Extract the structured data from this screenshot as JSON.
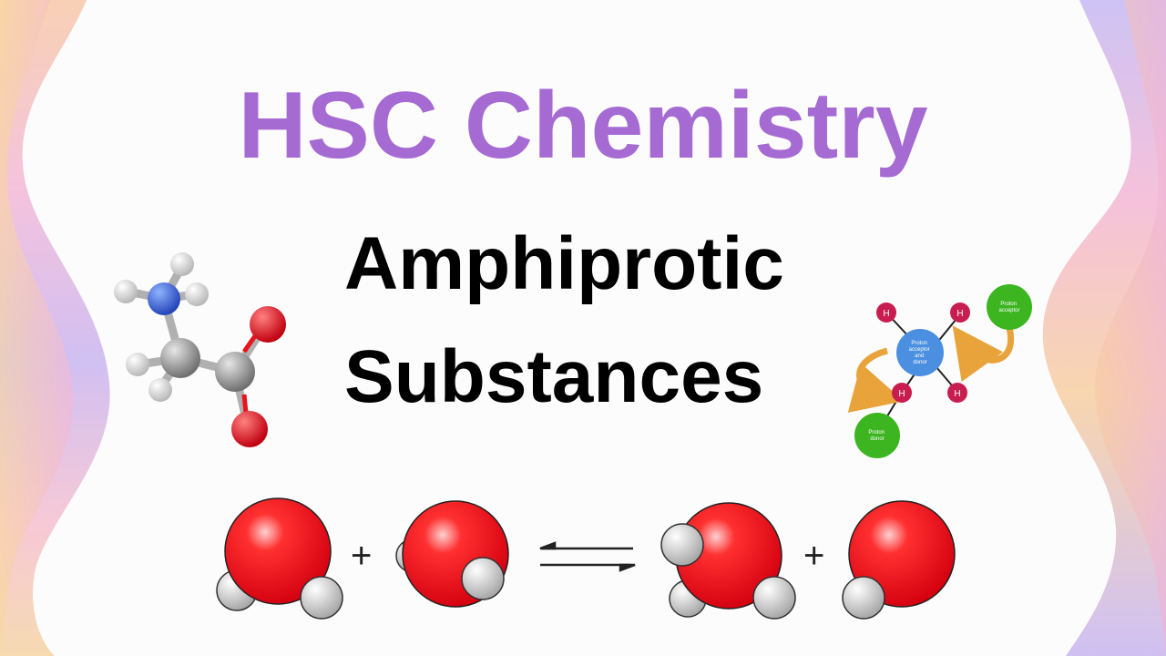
{
  "title": "HSC Chemistry",
  "subtitle_line1": "Amphiprotic",
  "subtitle_line2": "Substances",
  "diagram": {
    "hydrogen_label": "H",
    "center_label": "Proton acceptor and donor",
    "acceptor_label": "Proton acceptor",
    "donor_label": "Proton donor"
  },
  "equation": {
    "plus": "+"
  },
  "colors": {
    "title": "#a66bd3",
    "oxygen": "#e8141c",
    "hydrogen": "#e5e5e5",
    "carbon": "#9e9e9e",
    "nitrogen": "#3c6fe0",
    "center_node": "#4a8fe0",
    "green_node": "#3cb521",
    "h_node": "#c81d4f",
    "arrow": "#e8a33a"
  }
}
